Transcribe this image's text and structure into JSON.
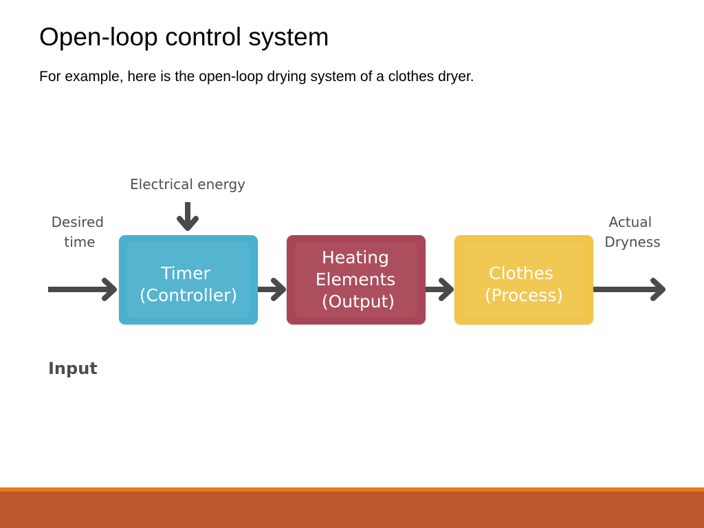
{
  "slide": {
    "title": "Open-loop control system",
    "body": "For example, here is the open-loop drying system of a clothes dryer."
  },
  "diagram": {
    "energy_label": "Electrical energy",
    "input_label": [
      "Desired",
      "time"
    ],
    "output_label": [
      "Actual",
      "Dryness"
    ],
    "footnote_label": "Input",
    "blocks": [
      {
        "id": "timer",
        "lines": [
          "Timer",
          "(Controller)"
        ],
        "color": "#4bb0ce"
      },
      {
        "id": "heating",
        "lines": [
          "Heating",
          "Elements",
          "(Output)"
        ],
        "color": "#a84456"
      },
      {
        "id": "clothes",
        "lines": [
          "Clothes",
          "(Process)"
        ],
        "color": "#f1c549"
      }
    ],
    "arrow_color": "#4a4a4a",
    "label_color": "#4d4d4d",
    "block_text_color": "#ffffff"
  },
  "theme": {
    "footer_thin_color": "#e57a1e",
    "footer_color": "#bd582c"
  }
}
